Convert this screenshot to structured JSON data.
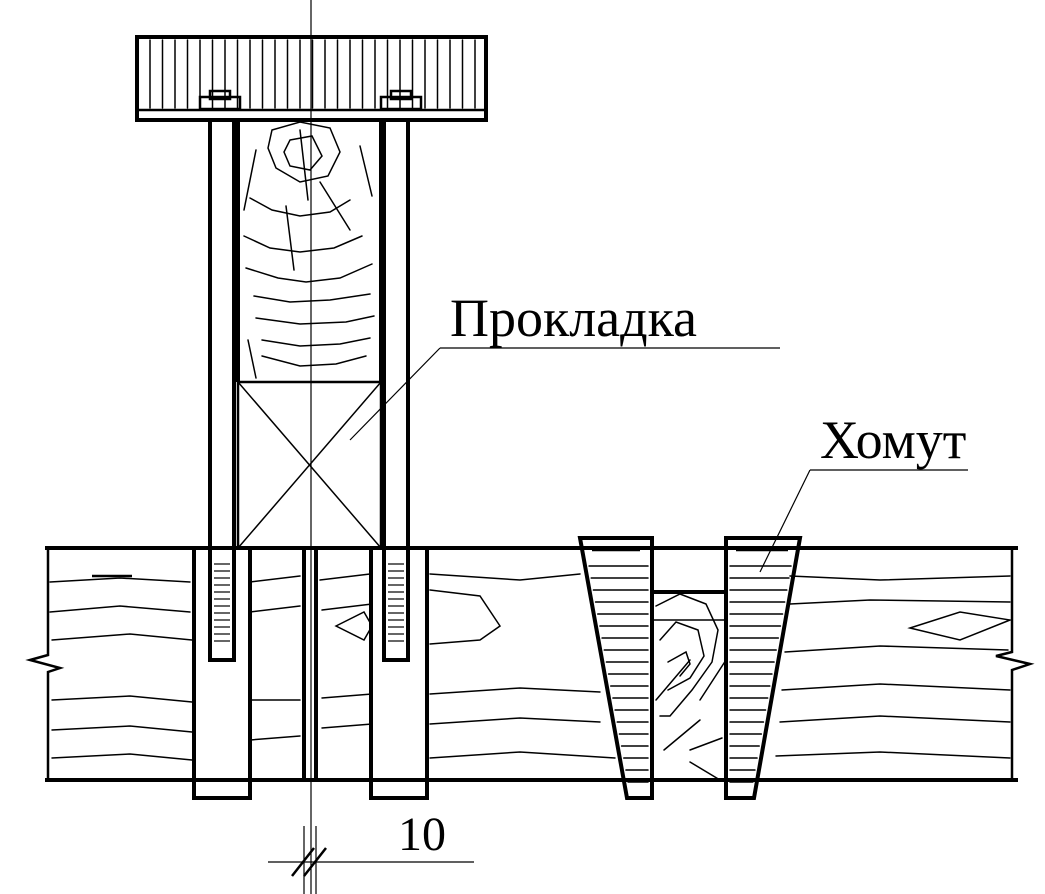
{
  "labels": {
    "spacer": "Прокладка",
    "clamp": "Хомут",
    "dimension": "10"
  }
}
